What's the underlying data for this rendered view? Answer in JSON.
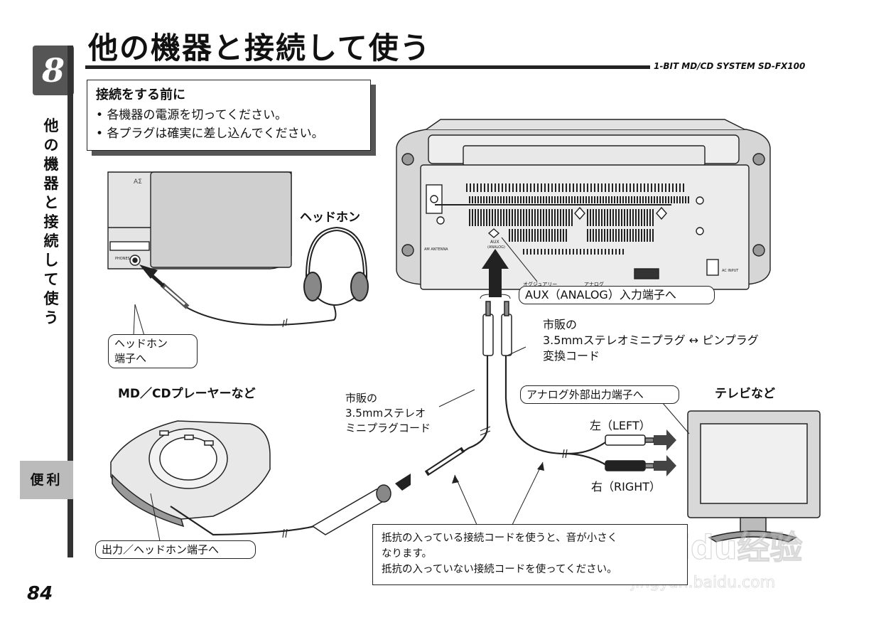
{
  "chapter_number": "8",
  "page_title": "他の機器と接続して使う",
  "model_label": "1-BIT MD/CD SYSTEM  SD-FX100",
  "side_title": "他の機器と接続して使う",
  "tab_label": "便利",
  "page_number": "84",
  "notice": {
    "heading": "接続をする前に",
    "items": [
      "各機器の電源を切ってください。",
      "各プラグは確実に差し込んでください。"
    ]
  },
  "labels": {
    "headphones": "ヘッドホン",
    "headphone_jack_line1": "ヘッドホン",
    "headphone_jack_line2": "端子へ",
    "md_cd_player": "MD／CDプレーヤーなど",
    "output_jack": "出力／ヘッドホン端子へ",
    "mini_cord_line1": "市販の",
    "mini_cord_line2": "3.5mmステレオ",
    "mini_cord_line3": "ミニプラグコード",
    "aux_ruby_aux": "オグジュアリー",
    "aux_ruby_analog": "アナログ",
    "aux_jack": "AUX（ANALOG）入力端子へ",
    "conv_cord_line1": "市販の",
    "conv_cord_line2": "3.5mmステレオミニプラグ ↔ ピンプラグ",
    "conv_cord_line3": "変換コード",
    "analog_out": "アナログ外部出力端子へ",
    "tv": "テレビなど",
    "left": "左（LEFT）",
    "right": "右（RIGHT）"
  },
  "device_marks": {
    "aux_panel": "AUX",
    "aux_panel_sub": "(ANALOG)",
    "am_antenna": "AM ANTENNA",
    "ac_input": "AC INPUT",
    "phones": "PHONES"
  },
  "note": {
    "line1": "抵抗の入っている接続コードを使うと、音が小さく",
    "line2": "なります。",
    "line3": "抵抗の入っていない接続コードを使ってください。"
  },
  "watermark": {
    "brand": "Baidu经验",
    "url": "jingyan.baidu.com"
  }
}
